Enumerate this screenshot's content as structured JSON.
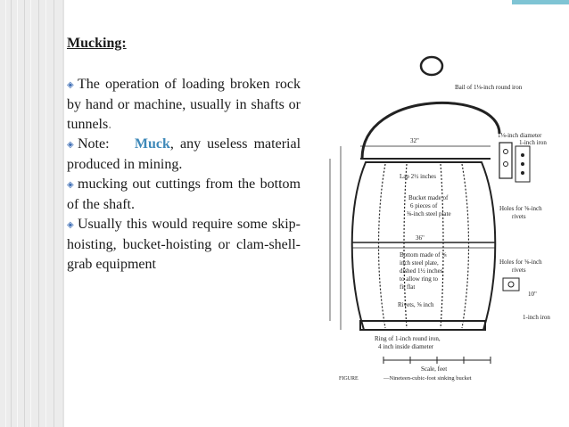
{
  "slide": {
    "heading": "Mucking:",
    "bullet_symbol": "◈",
    "paragraphs": [
      {
        "text": "The operation of loading broken rock by hand or machine, usually in shafts or tunnels",
        "suffix": "."
      },
      {
        "prefix": "Note:",
        "highlight": "Muck",
        "text": ", any useless material produced in mining."
      },
      {
        "text": "mucking out cuttings from the bottom of the shaft."
      },
      {
        "text": "Usually this would require some skip-hoisting, bucket-hoisting or clam-shell-grab equipment"
      }
    ],
    "colors": {
      "bullet": "#3f6fb6",
      "highlight": "#3d88b8",
      "accent_tab": "#7fc4d4"
    }
  },
  "figure": {
    "labels": {
      "bail": "Bail of 1⅛-inch round iron",
      "width_top": "32\"",
      "diam": "1⅛-inch diameter",
      "iron": "1-inch iron",
      "lap": "Lap 2½ inches",
      "bucket_made": "Bucket made of",
      "pieces": "6 pieces of",
      "steel_plate": "⅜-inch steel plate",
      "holes_rivets_1": "Holes for ⅝-inch",
      "rivets_1": "rivets",
      "width_mid": "36\"",
      "bottom_1": "Bottom made of ⅜",
      "bottom_2": "inch steel plate,",
      "bottom_3": "dished 1½ inches",
      "bottom_4": "to allow ring to",
      "bottom_5": "fit flat",
      "holes_rivets_2": "Holes for ⅝-inch",
      "rivets_2": "rivets",
      "rivets_note": "Rivets, ⅝ inch",
      "dim_10": "10\"",
      "iron_2": "1-inch iron",
      "ring_1": "Ring of 1-inch round iron,",
      "ring_2": "4 inch inside diameter",
      "scale": "Scale, feet",
      "caption_prefix": "FIGURE",
      "caption": "—Nineteen-cubic-foot sinking bucket"
    }
  }
}
